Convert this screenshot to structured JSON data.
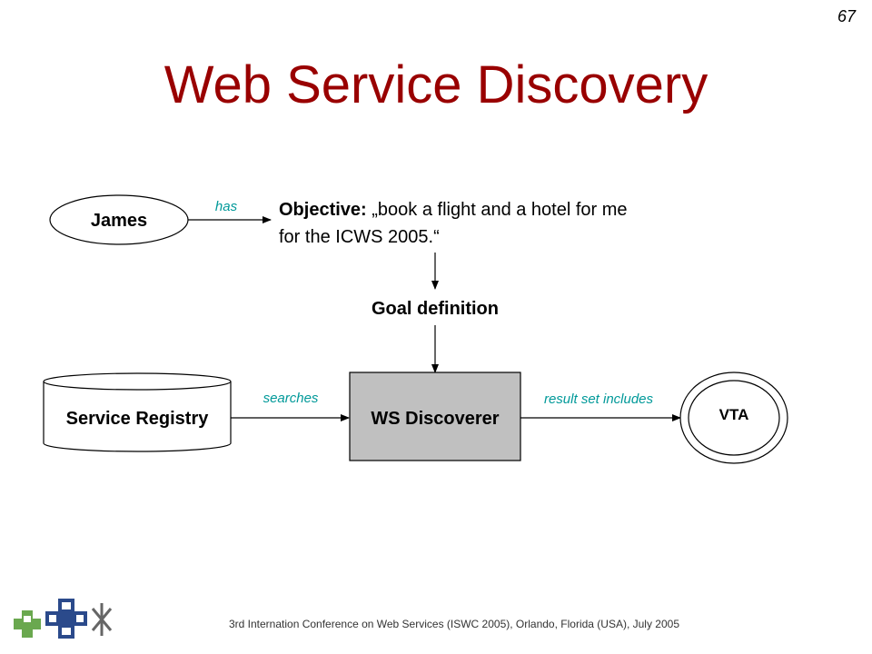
{
  "page_number": "67",
  "title": "Web Service Discovery",
  "nodes": {
    "james": "James",
    "goal": "Goal definition",
    "registry": "Service Registry",
    "discoverer": "WS Discoverer",
    "vta": "VTA"
  },
  "edges": {
    "has": "has",
    "searches": "searches",
    "result": "result set includes"
  },
  "objective": {
    "label": "Objective:",
    "text": " „book a flight and a hotel for me for the ICWS 2005.“"
  },
  "footer": "3rd Internation Conference  on Web Services (ISWC 2005), Orlando, Florida (USA), July 2005",
  "colors": {
    "title": "#990000",
    "edge_label": "#009999",
    "discoverer_fill": "#c0c0c0"
  }
}
